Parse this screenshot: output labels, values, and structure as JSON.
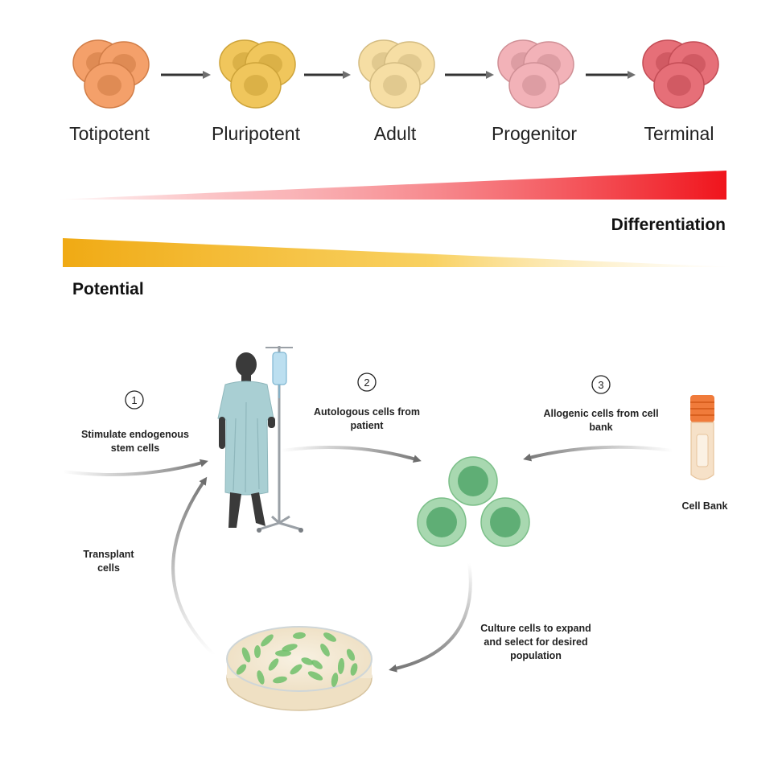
{
  "stages": [
    {
      "label": "Totipotent",
      "color": "#f4a06a"
    },
    {
      "label": "Pluripotent",
      "color": "#f0c65c"
    },
    {
      "label": "Adult",
      "color": "#f6dea4"
    },
    {
      "label": "Progenitor",
      "color": "#f2b2b8"
    },
    {
      "label": "Terminal",
      "color": "#e66f78"
    }
  ],
  "bars": {
    "differentiation": {
      "label": "Differentiation",
      "color": "#f0141c"
    },
    "potential": {
      "label": "Potential",
      "color": "#f0aa14"
    }
  },
  "steps": {
    "one": {
      "number": "1",
      "line1": "Stimulate endogenous",
      "line2": "stem cells"
    },
    "two": {
      "number": "2",
      "line1": "Autologous cells from",
      "line2": "patient"
    },
    "three": {
      "number": "3",
      "line1": "Allogenic cells from cell",
      "line2": "bank"
    },
    "transplant": {
      "line1": "Transplant",
      "line2": "cells"
    },
    "culture": {
      "line1": "Culture cells to expand",
      "line2": "and select for desired",
      "line3": "population"
    }
  },
  "cell_bank": {
    "label": "Cell Bank"
  },
  "stem_cell_color": "#8fcf9a"
}
